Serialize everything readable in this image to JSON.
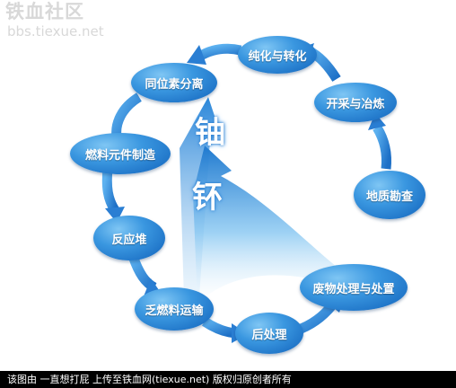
{
  "watermark": {
    "brand": "铁血社区",
    "site": "bbs.tiexue.net"
  },
  "nodes": {
    "purification": "纯化与转化",
    "isotope_separation": "同位素分离",
    "mining": "开采与冶炼",
    "fuel_element": "燃料元件制造",
    "survey": "地质勘查",
    "reactor": "反应堆",
    "spent_fuel_transport": "乏燃料运输",
    "waste_disposal": "废物处理与处置",
    "reprocessing": "后处理"
  },
  "center": {
    "uranium": "铀",
    "plutonium": "钚"
  },
  "footer": "该图由 一直想打屁 上传至铁血网(tiexue.net) 版权归原创者所有",
  "colors": {
    "node_main": "#1b6fc4",
    "node_light": "#7fc6f4",
    "arrow": "#2f86d8",
    "footer_bg": "#000000"
  }
}
